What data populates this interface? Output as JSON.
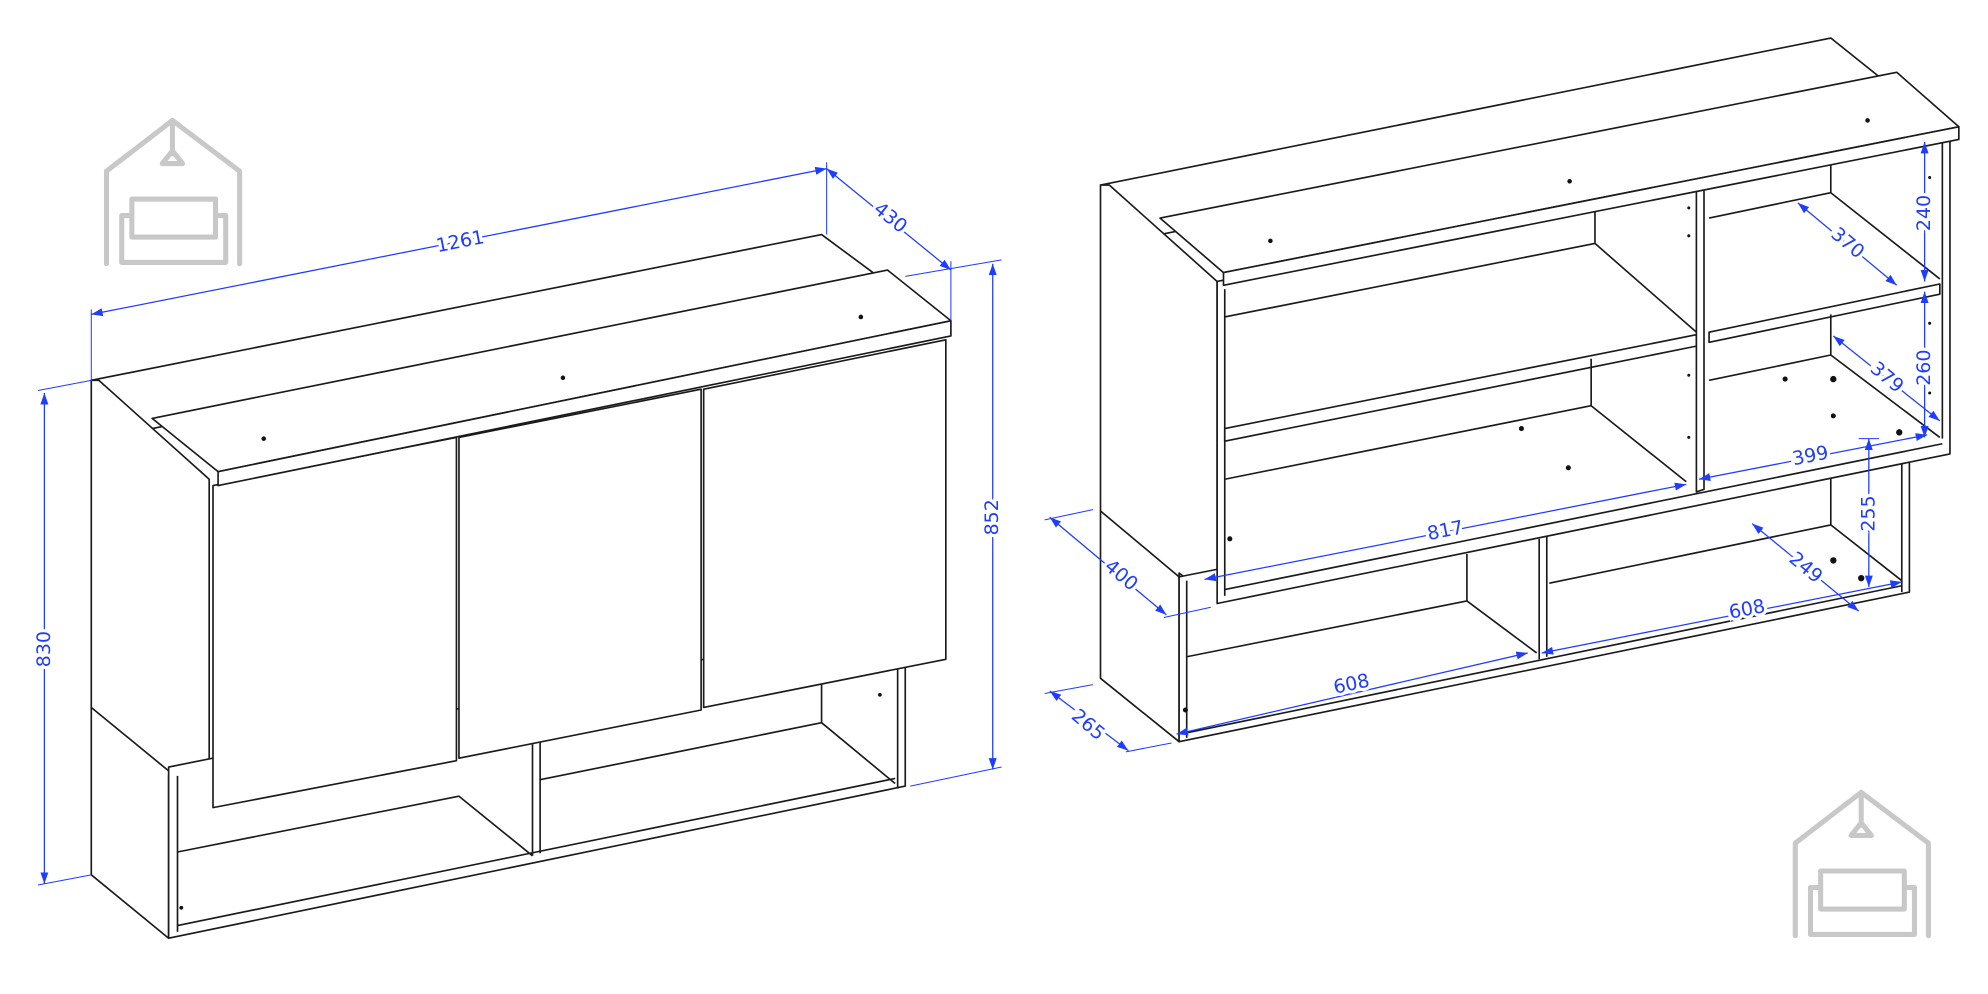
{
  "drawing": {
    "title": "Wall cabinet dimension drawing",
    "left_view": {
      "dimensions": {
        "width": "1261",
        "depth": "430",
        "height_right": "852",
        "height_left": "830"
      }
    },
    "right_view": {
      "dimensions": {
        "upper_compartment_height": "240",
        "lower_compartment_height": "260",
        "upper_shelf_depth": "370",
        "lower_shelf_depth": "379",
        "right_compartment_width": "399",
        "left_compartment_width": "817",
        "open_section_height": "255",
        "open_section_depth": "249",
        "open_right_width": "608",
        "open_left_width": "608",
        "upper_depth": "400",
        "lower_depth": "265"
      }
    },
    "colors": {
      "dimension": "#1f3dff",
      "line": "#1a1a1a",
      "logo": "#c8c8c8"
    },
    "icons": [
      "house-sofa-logo-icon"
    ]
  }
}
